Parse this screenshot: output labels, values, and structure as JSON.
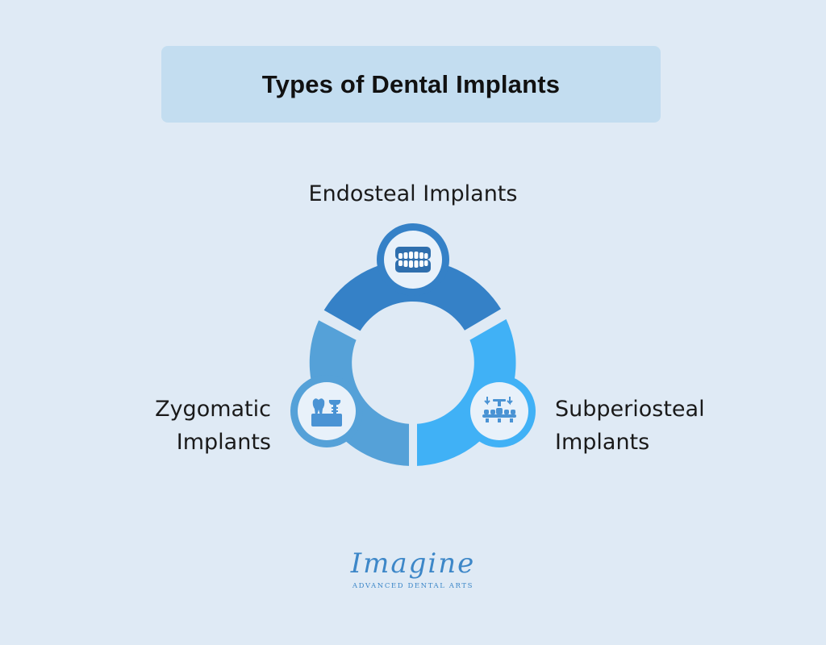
{
  "title": "Types of Dental Implants",
  "segments": [
    {
      "label": "Endosteal Implants",
      "icon": "dentures-icon",
      "color": "#3581c7"
    },
    {
      "label": "Subperiosteal Implants",
      "icon": "subperiosteal-implant-icon",
      "color": "#40b1f6"
    },
    {
      "label": "Zygomatic Implants",
      "icon": "tooth-implant-icon",
      "color": "#55a1d8"
    }
  ],
  "logo": {
    "script": "Imagine",
    "subtitle": "ADVANCED DENTAL ARTS"
  },
  "colors": {
    "background": "#dfeaf5",
    "title_box": "#c3ddf0",
    "center": "#dfeaf5",
    "icon_fill": "#4a93d4"
  }
}
